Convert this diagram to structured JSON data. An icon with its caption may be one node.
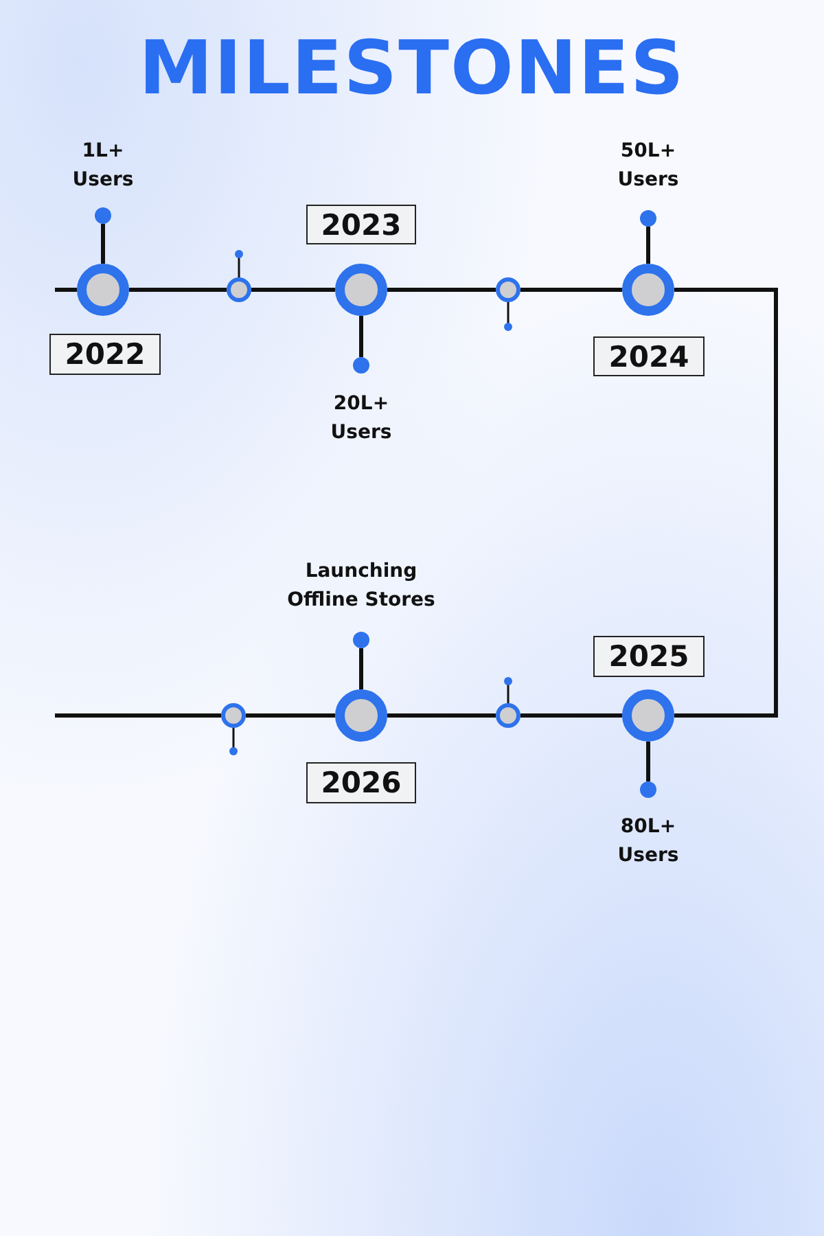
{
  "diagram": {
    "title": "MILESTONES",
    "nodes": [
      {
        "text": [],
        "shape": "circle",
        "beside": [
          "1L+ Users"
        ]
      },
      {
        "text": [],
        "shape": "circle",
        "beside": [
          "50L+ Users"
        ]
      },
      {
        "text": [
          "2023"
        ]
      },
      {
        "text": [],
        "shape": "circle"
      },
      {
        "text": [],
        "shape": "circle"
      },
      {
        "text": [],
        "shape": "circle"
      },
      {
        "text": [],
        "shape": "circle"
      },
      {
        "text": [],
        "shape": "circle"
      },
      {
        "text": [
          "2022"
        ]
      },
      {
        "text": [
          "2024"
        ]
      },
      {
        "text": [],
        "shape": "circle",
        "beside": [
          "20L+ Users"
        ]
      },
      {
        "text": [
          "2025"
        ]
      },
      {
        "text": [],
        "shape": "circle",
        "beside": [
          "Launching Offline Stores"
        ]
      },
      {
        "text": [],
        "shape": "circle"
      },
      {
        "text": [],
        "shape": "circle"
      },
      {
        "text": [],
        "shape": "circle"
      },
      {
        "text": [],
        "shape": "circle"
      },
      {
        "text": [
          "2026"
        ]
      },
      {
        "text": [],
        "shape": "circle",
        "beside": [
          "80L+ Users"
        ]
      }
    ],
    "edges": [
      {
        "from": null,
        "to": 3,
        "arrow": "none"
      },
      {
        "from": 3,
        "to": 4,
        "arrow": "none"
      },
      {
        "from": 4,
        "to": 5,
        "arrow": "none"
      },
      {
        "from": 5,
        "to": 6,
        "arrow": "none"
      },
      {
        "from": 6,
        "to": 7,
        "arrow": "none"
      },
      {
        "from": 7,
        "to": 16,
        "arrow": "none"
      },
      {
        "from": 16,
        "to": 15,
        "arrow": "none"
      },
      {
        "from": 15,
        "to": 14,
        "arrow": "none"
      },
      {
        "from": 14,
        "to": 13,
        "arrow": "none"
      },
      {
        "from": 13,
        "to": null,
        "arrow": "none"
      },
      {
        "from": 3,
        "to": 0,
        "arrow": "none"
      },
      {
        "from": 5,
        "to": 10,
        "arrow": "none"
      },
      {
        "from": 7,
        "to": 1,
        "arrow": "none"
      },
      {
        "from": 16,
        "to": 18,
        "arrow": "none"
      },
      {
        "from": 14,
        "to": 12,
        "arrow": "none"
      }
    ]
  }
}
